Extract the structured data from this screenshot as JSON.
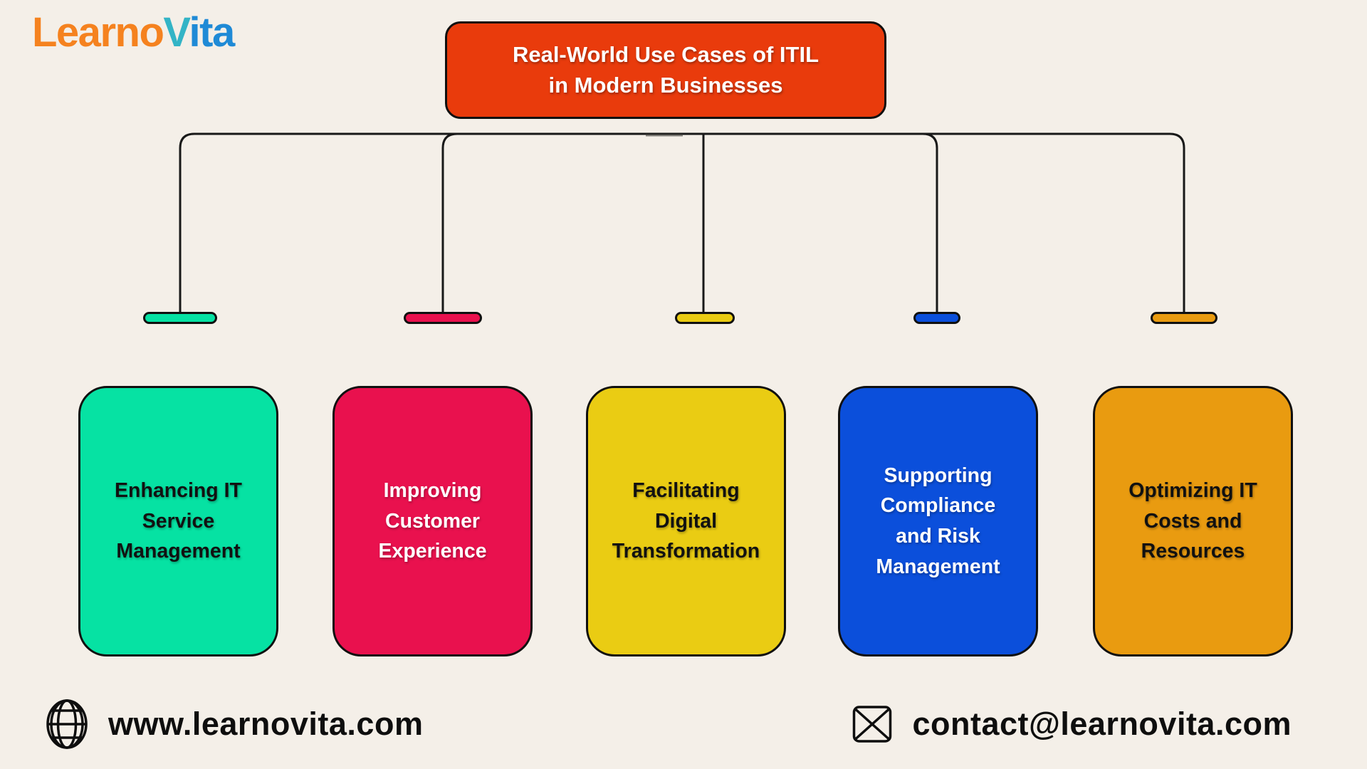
{
  "background": "#F4EFE8",
  "brand": {
    "part1": "Learno",
    "part1_color": "#F5821F",
    "part2": "V",
    "part2_color": "#33B4C6",
    "part3": "ita",
    "part3_color": "#1F8AD6"
  },
  "title": {
    "label": "Real-World Use Cases of ITIL\nin Modern Businesses",
    "bg": "#E93B0C",
    "text_color": "#FFFFFF"
  },
  "connector_color": "#181818",
  "nodes": [
    {
      "label": "Enhancing IT\nService\nManagement",
      "bg": "#06E2A3",
      "text_color": "#111111"
    },
    {
      "label": "Improving\nCustomer\nExperience",
      "bg": "#E9114E",
      "text_color": "#FFFFFF"
    },
    {
      "label": "Facilitating\nDigital\nTransformation",
      "bg": "#EACC13",
      "text_color": "#111111"
    },
    {
      "label": "Supporting\nCompliance\nand Risk\nManagement",
      "bg": "#0B4FDB",
      "text_color": "#FFFFFF"
    },
    {
      "label": "Optimizing IT\nCosts and\nResources",
      "bg": "#E99B10",
      "text_color": "#111111"
    }
  ],
  "footer": {
    "website": "www.learnovita.com",
    "email": "contact@learnovita.com",
    "icons": {
      "website": "globe-icon",
      "email": "envelope-icon"
    }
  }
}
